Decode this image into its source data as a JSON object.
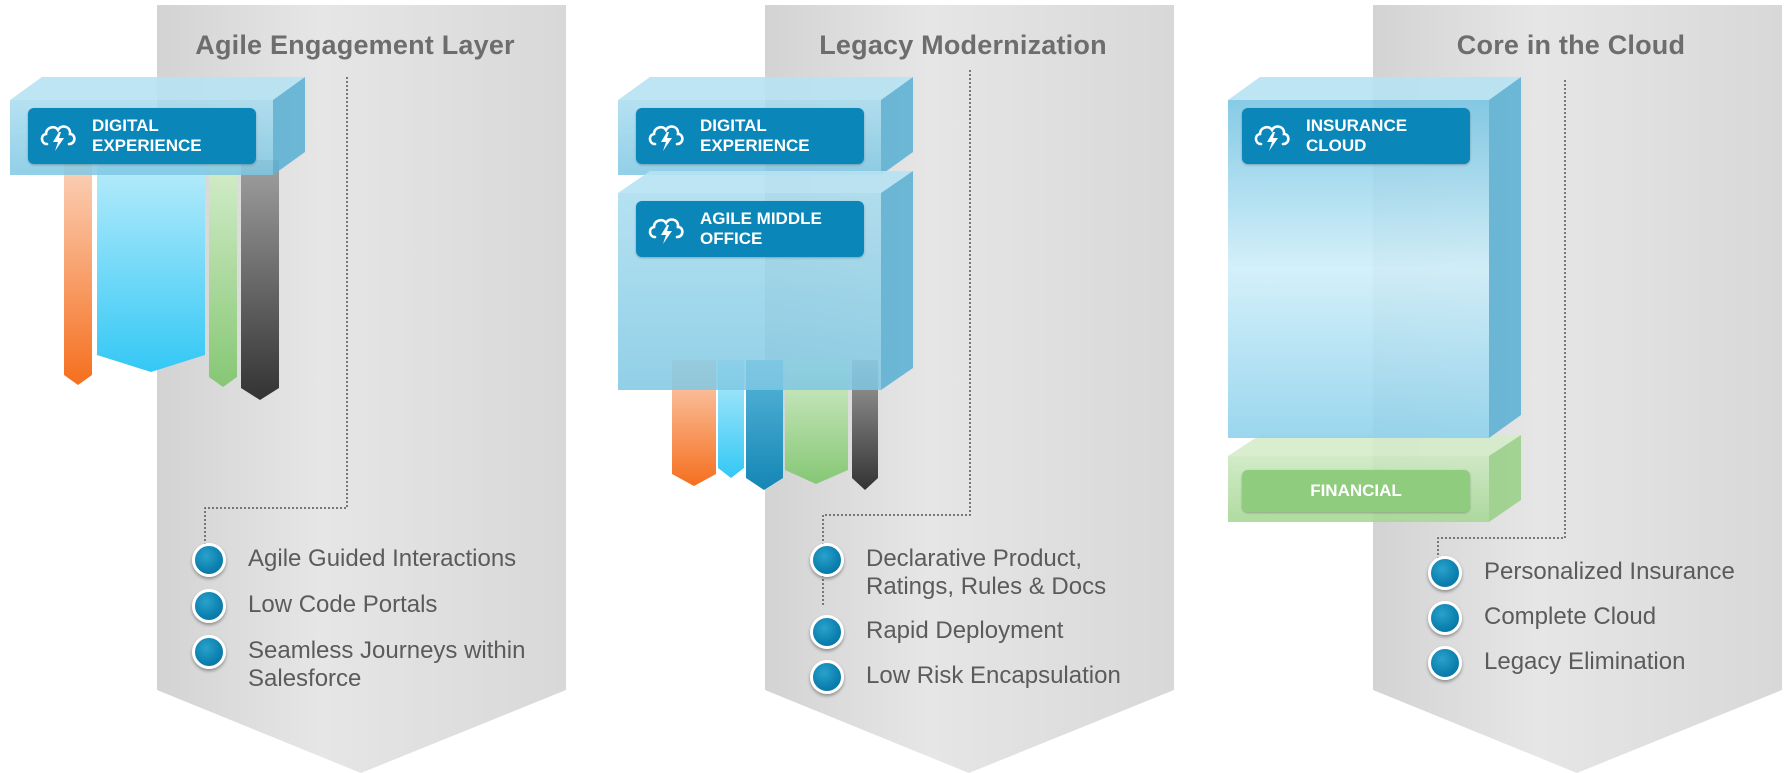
{
  "columns": [
    {
      "title": "Agile Engagement Layer",
      "modules": [
        {
          "line1": "DIGITAL",
          "line2": "EXPERIENCE",
          "icon": "cloud-bolt-icon"
        }
      ],
      "bullets": [
        "Agile Guided Interactions",
        "Low Code Portals",
        "Seamless Journeys within\nSalesforce"
      ]
    },
    {
      "title": "Legacy Modernization",
      "modules": [
        {
          "line1": "DIGITAL",
          "line2": "EXPERIENCE",
          "icon": "cloud-bolt-icon"
        },
        {
          "line1": "AGILE MIDDLE",
          "line2": "OFFICE",
          "icon": "cloud-bolt-icon"
        }
      ],
      "bullets": [
        "Declarative Product,\nRatings, Rules & Docs",
        "Rapid Deployment",
        "Low Risk Encapsulation"
      ]
    },
    {
      "title": "Core in the Cloud",
      "modules": [
        {
          "line1": "INSURANCE",
          "line2": "CLOUD",
          "icon": "cloud-bolt-icon"
        },
        {
          "line1": "FINANCIAL",
          "line2": "",
          "icon": ""
        }
      ],
      "bullets": [
        "Personalized Insurance",
        "Complete Cloud",
        "Legacy Elimination"
      ]
    }
  ],
  "colors": {
    "banner": "#dedede",
    "pill_blue": "#0a86b9",
    "pill_green": "#8fcc7e",
    "orange": "#f57a2a",
    "light_blue": "#3ecbf5",
    "teal": "#1b8fbe",
    "green": "#8cc97a",
    "dark": "#3a3a3a",
    "text": "#5b5b5b"
  }
}
